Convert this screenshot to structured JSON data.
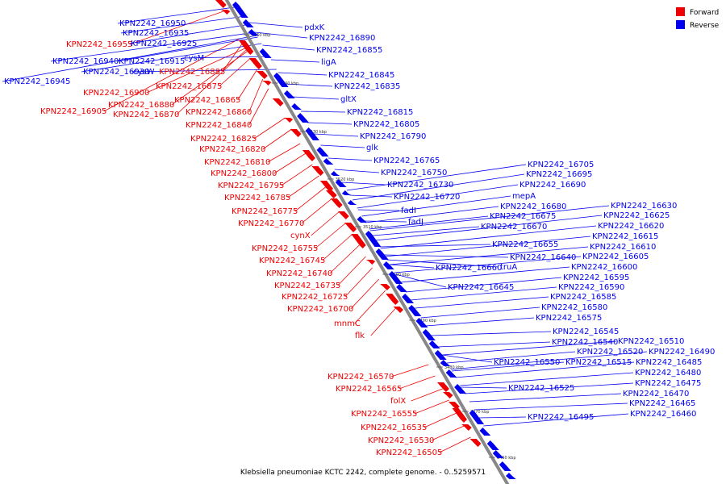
{
  "caption": "Klebsiella pneumoniae KCTC 2242, complete genome. - 0..5259571",
  "legend": [
    {
      "label": "Forward",
      "color": "#ee0000"
    },
    {
      "label": "Reverse",
      "color": "#0000ee"
    }
  ],
  "colors": {
    "forward": "#ee0000",
    "reverse": "#0000ee",
    "axis": "#888888"
  },
  "ticks": [
    "3550 kbp",
    "3540 kbp",
    "3530 kbp",
    "3520 kbp",
    "3510 kbp",
    "3500 kbp",
    "3490 kbp",
    "3480 kbp",
    "3470 kbp",
    "3460 kbp"
  ],
  "forward_labels": [
    "KPN2242_16955",
    "KPN2242_16885",
    "KPN2242_16875",
    "KPN2242_16900",
    "KPN2242_16865",
    "KPN2242_16880",
    "KPN2242_16905",
    "KPN2242_16860",
    "KPN2242_16870",
    "KPN2242_16840",
    "KPN2242_16825",
    "KPN2242_16820",
    "KPN2242_16810",
    "KPN2242_16800",
    "KPN2242_16795",
    "KPN2242_16785",
    "KPN2242_16775",
    "KPN2242_16770",
    "cynX",
    "KPN2242_16755",
    "KPN2242_16745",
    "KPN2242_16740",
    "KPN2242_16735",
    "KPN2242_16725",
    "KPN2242_16700",
    "mnmC",
    "flk",
    "KPN2242_16570",
    "KPN2242_16565",
    "folX",
    "KPN2242_16555",
    "KPN2242_16535",
    "KPN2242_16530",
    "KPN2242_16505"
  ],
  "reverse_labels": [
    "KPN2242_16950",
    "KPN2242_16935",
    "KPN2242_16925",
    "KPN2242_16940",
    "KPN2242_16915",
    "KPN2242_16930",
    "KPN2242_16945",
    "pdxK",
    "KPN2242_16890",
    "KPN2242_16855",
    "cysM",
    "ligA",
    "cysW",
    "KPN2242_16845",
    "KPN2242_16835",
    "gltX",
    "KPN2242_16815",
    "KPN2242_16805",
    "KPN2242_16790",
    "glk",
    "KPN2242_16765",
    "KPN2242_16750",
    "KPN2242_16730",
    "KPN2242_16720",
    "fadI",
    "fadJ",
    "KPN2242_16705",
    "KPN2242_16695",
    "KPN2242_16690",
    "mepA",
    "KPN2242_16680",
    "KPN2242_16675",
    "KPN2242_16670",
    "KPN2242_16655",
    "KPN2242_16640",
    "KPN2242_16660",
    "truA",
    "KPN2242_16645",
    "KPN2242_16630",
    "KPN2242_16625",
    "KPN2242_16620",
    "KPN2242_16615",
    "KPN2242_16610",
    "KPN2242_16605",
    "KPN2242_16600",
    "KPN2242_16595",
    "KPN2242_16590",
    "KPN2242_16585",
    "KPN2242_16580",
    "KPN2242_16575",
    "KPN2242_16545",
    "KPN2242_16540",
    "KPN2242_16510",
    "KPN2242_16520",
    "KPN2242_16490",
    "KPN2242_16550",
    "KPN2242_16515",
    "KPN2242_16485",
    "KPN2242_16480",
    "KPN2242_16475",
    "KPN2242_16525",
    "KPN2242_16470",
    "KPN2242_16465",
    "KPN2242_16495",
    "KPN2242_16460"
  ]
}
